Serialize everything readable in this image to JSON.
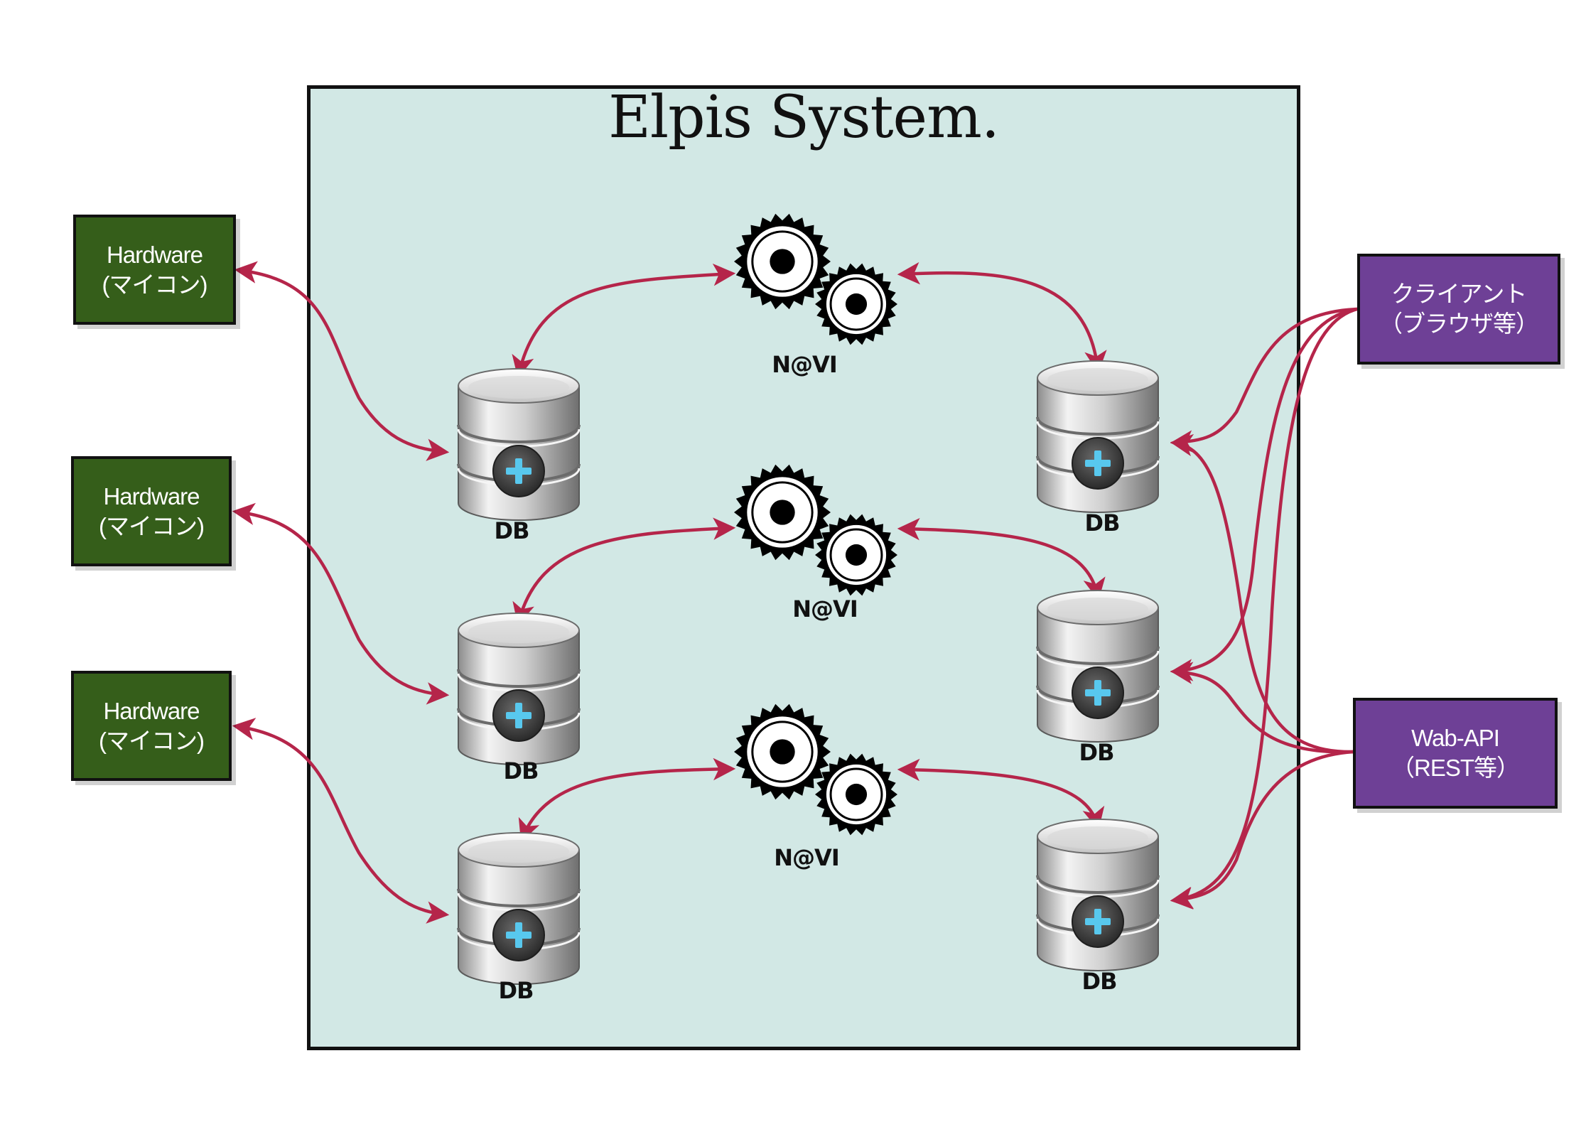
{
  "system": {
    "title": "Elpis System."
  },
  "hardware": [
    {
      "line1": "Hardware",
      "line2": "(マイコン)"
    },
    {
      "line1": "Hardware",
      "line2": "(マイコン)"
    },
    {
      "line1": "Hardware",
      "line2": "(マイコン)"
    }
  ],
  "client": {
    "line1": "クライアント",
    "line2": "（ブラウザ等）"
  },
  "webapi": {
    "line1": "Wab-API",
    "line2": "（REST等）"
  },
  "navi_labels": [
    "N@VI",
    "N@VI",
    "N@VI"
  ],
  "db_left_labels": [
    "DB",
    "DB",
    "DB"
  ],
  "db_right_labels": [
    "DB",
    "DB",
    "DB"
  ],
  "colors": {
    "arrow": "#b5254a",
    "hardware_box": "#355e1a",
    "client_box": "#6e4096",
    "system_bg": "#d2e8e5"
  },
  "icons": {
    "navi": "gears-icon",
    "db": "database-plus-icon"
  }
}
